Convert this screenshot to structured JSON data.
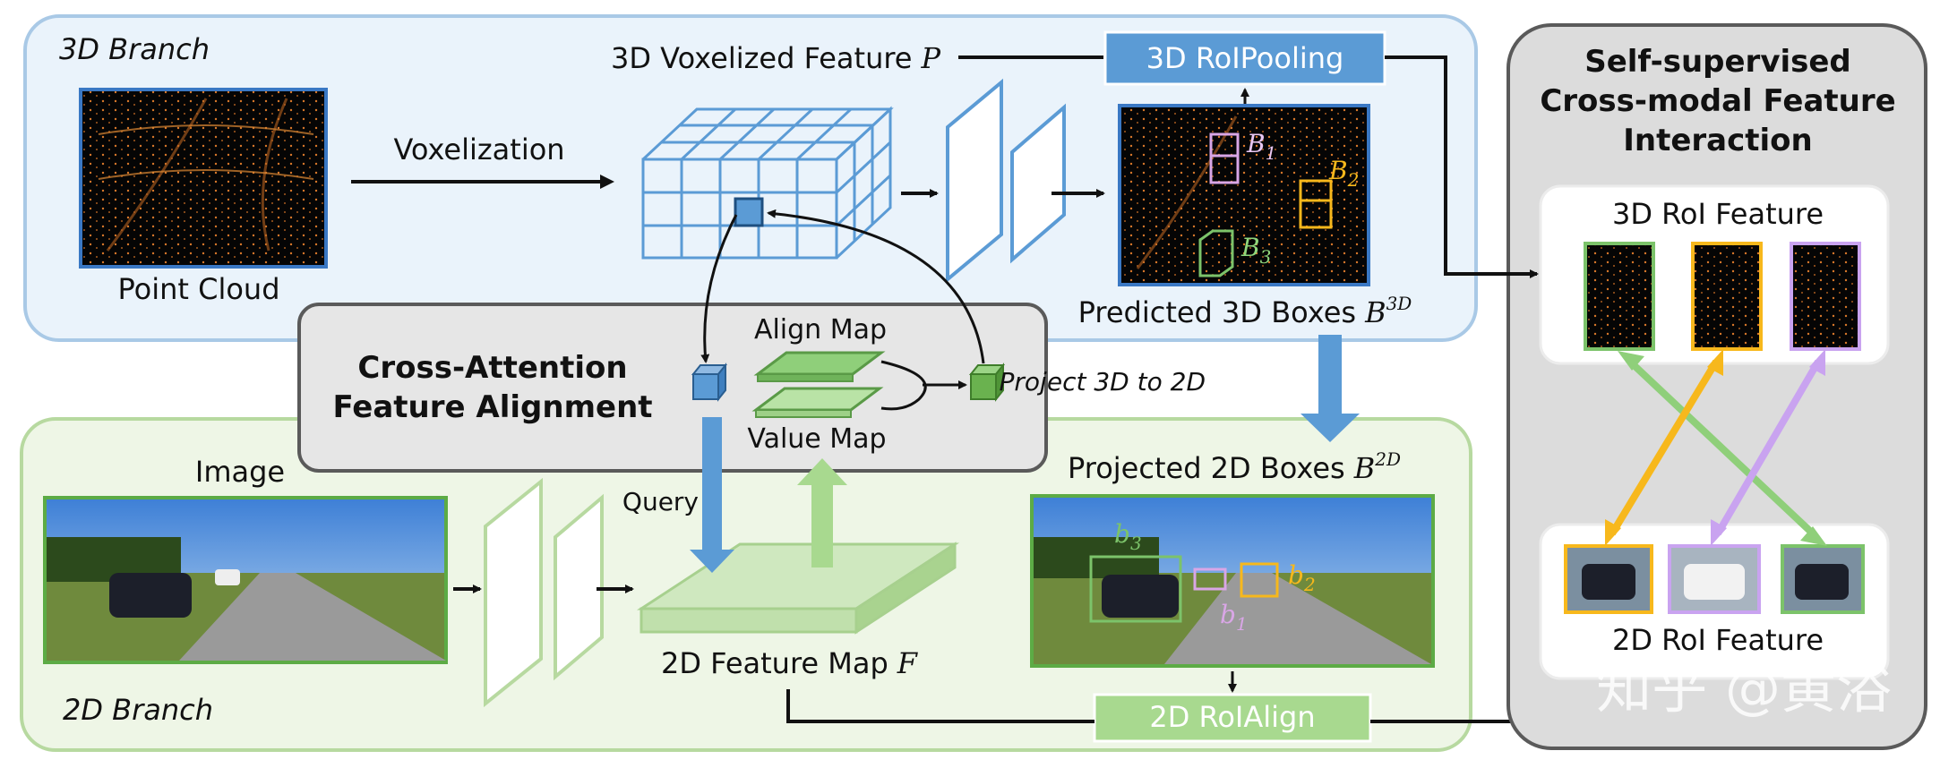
{
  "branch3d": {
    "title": "3D Branch",
    "point_cloud": "Point Cloud",
    "voxelization": "Voxelization",
    "voxel_feature": "3D Voxelized Feature",
    "voxel_feature_sym": "P",
    "roi_pooling": "3D RoIPooling",
    "predicted": "Predicted 3D Boxes",
    "predicted_sym": "B",
    "predicted_sup": "3D",
    "boxes": [
      {
        "label": "B",
        "sub": "1",
        "color": "#d9a6e6"
      },
      {
        "label": "B",
        "sub": "2",
        "color": "#f7b81c"
      },
      {
        "label": "B",
        "sub": "3",
        "color": "#7cc36a"
      }
    ]
  },
  "cross_attention": {
    "title_line1": "Cross-Attention",
    "title_line2": "Feature Alignment",
    "align_map": "Align Map",
    "value_map": "Value Map",
    "query": "Query"
  },
  "projection": {
    "label": "Project 3D to 2D"
  },
  "branch2d": {
    "title": "2D Branch",
    "image": "Image",
    "feature_map": "2D Feature Map",
    "feature_map_sym": "F",
    "projected": "Projected 2D Boxes",
    "projected_sym": "B",
    "projected_sup": "2D",
    "roi_align": "2D RoIAlign",
    "boxes": [
      {
        "label": "b",
        "sub": "1",
        "color": "#d9a6e6"
      },
      {
        "label": "b",
        "sub": "2",
        "color": "#f7b81c"
      },
      {
        "label": "b",
        "sub": "3",
        "color": "#7cc36a"
      }
    ]
  },
  "ssl": {
    "title_line1": "Self-supervised",
    "title_line2": "Cross-modal Feature",
    "title_line3": "Interaction",
    "feat3d": "3D RoI Feature",
    "feat2d": "2D RoI Feature"
  },
  "watermark": "知乎 @黄浴",
  "colors": {
    "blue_panel": "#eaf3fb",
    "blue_border": "#a9c9e6",
    "green_panel": "#eef6e6",
    "green_border": "#b7d9a0",
    "blue_accent": "#5b9bd5",
    "green_accent": "#8fcf7a",
    "gray_panel": "#dcdcdc",
    "purple": "#c9a3f0",
    "orange": "#f7b81c",
    "green": "#8fcf7a"
  }
}
